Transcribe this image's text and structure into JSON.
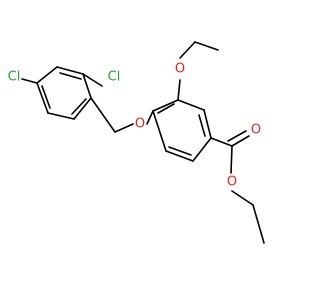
{
  "colors": {
    "background": "#ffffff",
    "bond": "#000000",
    "chlorine": "#2ea02e",
    "oxygen": "#e8231f"
  },
  "atoms": {
    "cl1": "Cl",
    "cl2": "Cl",
    "o_ether": "O",
    "o_ethoxy": "O",
    "o_carbonyl": "O",
    "o_ester": "O"
  }
}
